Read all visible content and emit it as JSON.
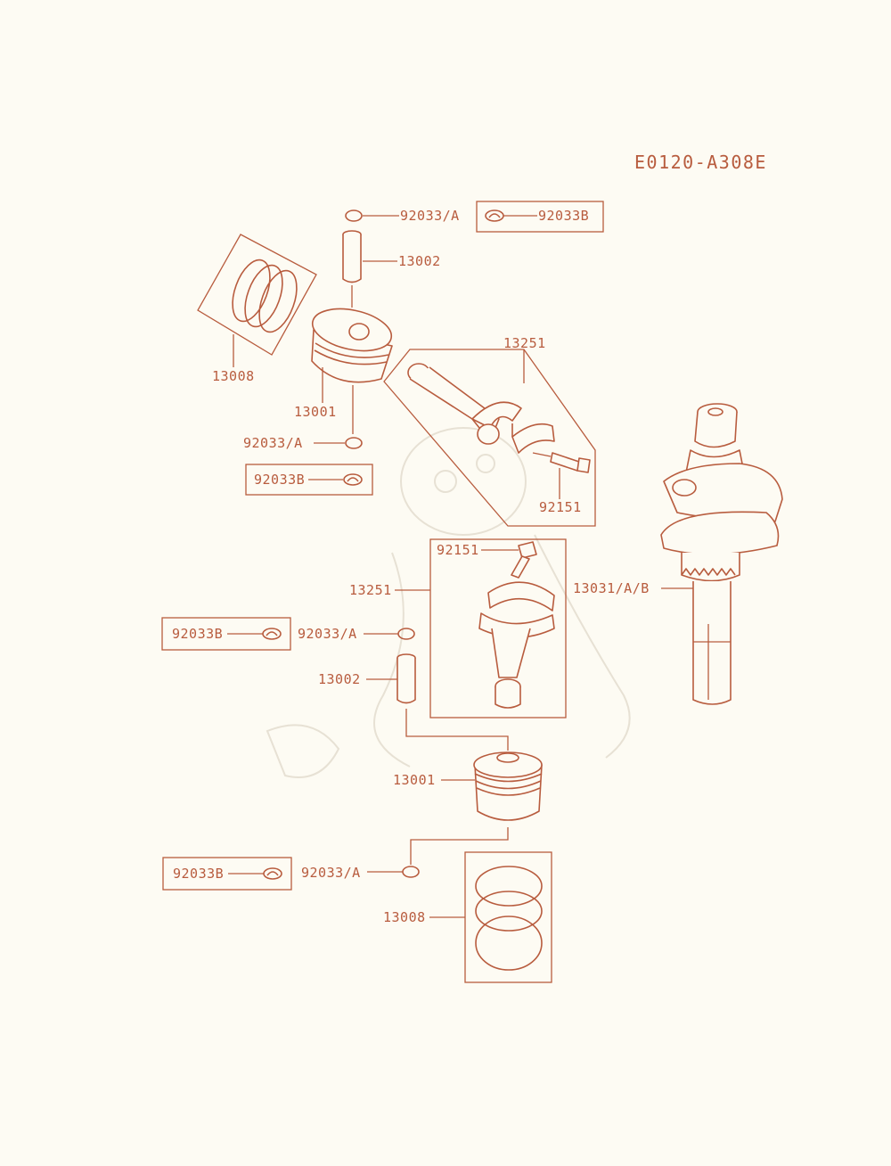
{
  "diagram_code": "E0120-A308E",
  "colors": {
    "ink": "#b85c3e",
    "paper": "#fdfbf3"
  },
  "labels": {
    "circlip_top": "92033/A",
    "circlip_b_top": "92033B",
    "pin_top": "13002",
    "rings_top": "13008",
    "piston_top": "13001",
    "circlip_top_lower": "92033/A",
    "circlip_b_top_lower": "92033B",
    "rod_top": "13251",
    "bolt_top": "92151",
    "crankshaft": "13031/A/B",
    "bolt_lower": "92151",
    "rod_lower": "13251",
    "circlip_b_mid": "92033B",
    "circlip_mid": "92033/A",
    "pin_lower": "13002",
    "piston_lower": "13001",
    "circlip_b_bottom": "92033B",
    "circlip_bottom": "92033/A",
    "rings_lower": "13008"
  }
}
